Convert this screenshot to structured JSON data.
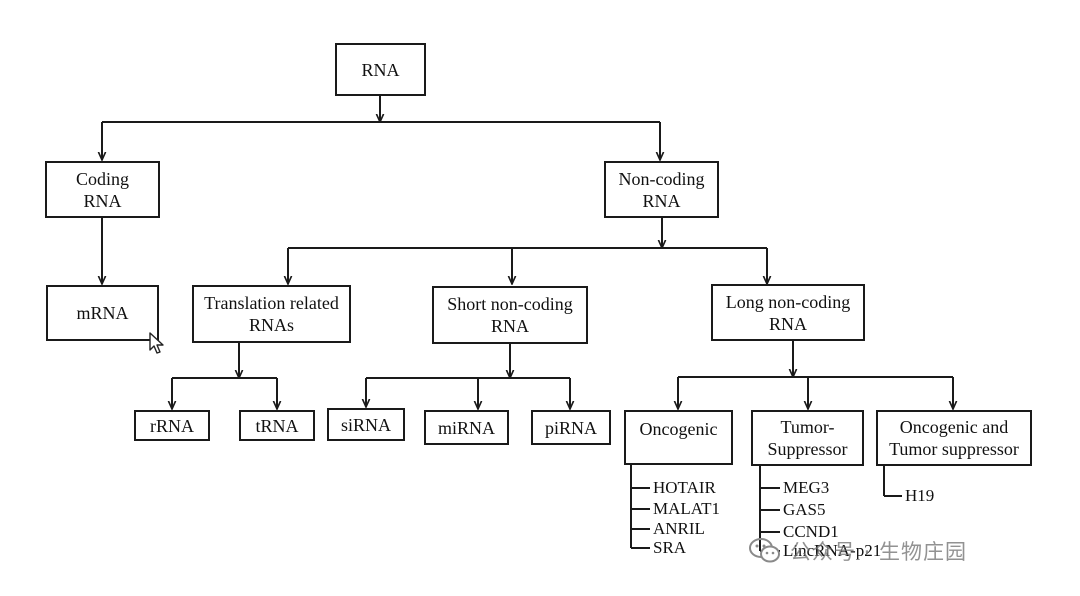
{
  "nodes": {
    "rna": {
      "lines": [
        "RNA"
      ]
    },
    "coding": {
      "lines": [
        "Coding",
        "RNA"
      ]
    },
    "noncoding": {
      "lines": [
        "Non-coding",
        "RNA"
      ]
    },
    "mrna": {
      "lines": [
        "mRNA"
      ]
    },
    "translation": {
      "lines": [
        "Translation related",
        "RNAs"
      ]
    },
    "short": {
      "lines": [
        "Short non-coding",
        "RNA"
      ]
    },
    "long": {
      "lines": [
        "Long non-coding",
        "RNA"
      ]
    },
    "rrna": {
      "lines": [
        "rRNA"
      ]
    },
    "trna": {
      "lines": [
        "tRNA"
      ]
    },
    "sirna": {
      "lines": [
        "siRNA"
      ]
    },
    "mirna": {
      "lines": [
        "miRNA"
      ]
    },
    "pirna": {
      "lines": [
        "piRNA"
      ]
    },
    "oncogenic": {
      "lines": [
        "Oncogenic"
      ]
    },
    "tumor_suppressor": {
      "lines": [
        "Tumor-",
        "Suppressor"
      ]
    },
    "both": {
      "lines": [
        "Oncogenic and",
        "Tumor suppressor"
      ]
    }
  },
  "leaves": {
    "oncogenic": [
      "HOTAIR",
      "MALAT1",
      "ANRIL",
      "SRA"
    ],
    "tumor_suppressor": [
      "MEG3",
      "GAS5",
      "CCND1",
      "LincRNA-p21"
    ],
    "both": [
      "H19"
    ]
  },
  "watermark": {
    "icon": "wechat-icon",
    "text": "公众号 · 生物庄园"
  },
  "cursor_icon": "mouse-pointer-icon",
  "colors": {
    "line": "#1a1a1a",
    "watermark": "#8a8a8a"
  }
}
